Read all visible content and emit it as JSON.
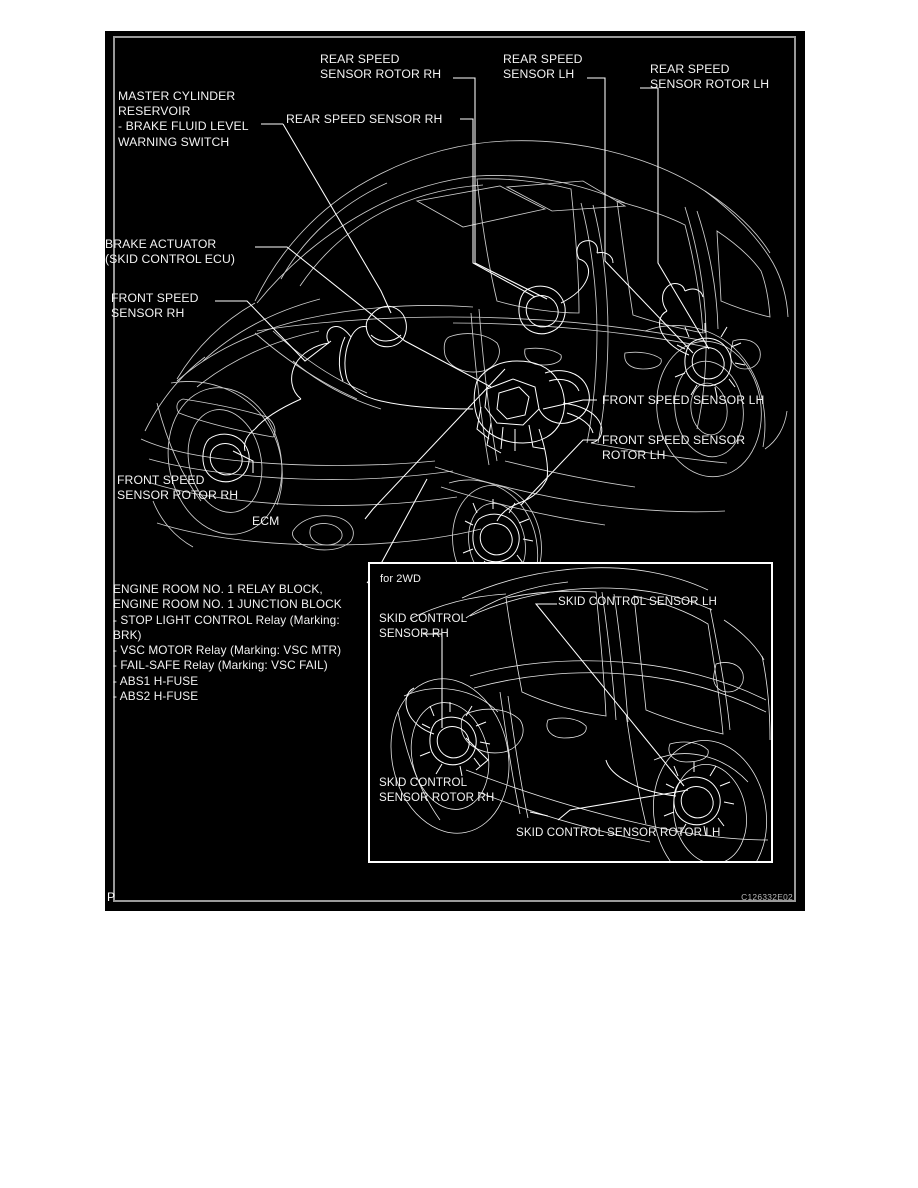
{
  "figure": {
    "title_code": "C126332E02",
    "page_mark": "P",
    "background_color": "#000000",
    "frame_color": "#9a9a9a",
    "line_color": "#ffffff",
    "text_color": "#f2f2f2"
  },
  "main_labels": {
    "master_cylinder": "MASTER CYLINDER\nRESERVOIR\n- BRAKE FLUID LEVEL\nWARNING SWITCH",
    "rear_speed_sensor_rotor_rh": "REAR SPEED\nSENSOR ROTOR RH",
    "rear_speed_sensor_rh": "REAR SPEED SENSOR RH",
    "rear_speed_sensor_lh": "REAR SPEED\nSENSOR LH",
    "rear_speed_sensor_rotor_lh": "REAR SPEED\nSENSOR ROTOR LH",
    "brake_actuator": "BRAKE ACTUATOR\n(SKID CONTROL ECU)",
    "front_speed_sensor_rh": "FRONT SPEED\nSENSOR RH",
    "front_speed_sensor_rotor_rh": "FRONT SPEED\nSENSOR ROTOR RH",
    "ecm": "ECM",
    "front_speed_sensor_lh": "FRONT SPEED SENSOR LH",
    "front_speed_sensor_rotor_lh": "FRONT SPEED SENSOR\nROTOR LH",
    "relay_block": "ENGINE ROOM NO. 1 RELAY BLOCK,\nENGINE ROOM NO. 1 JUNCTION BLOCK\n- STOP LIGHT CONTROL Relay (Marking:\nBRK)\n- VSC MOTOR Relay (Marking: VSC MTR)\n- FAIL-SAFE Relay (Marking: VSC FAIL)\n- ABS1 H-FUSE\n- ABS2 H-FUSE"
  },
  "inset": {
    "caption": "for 2WD",
    "labels": {
      "skid_control_sensor_lh": "SKID CONTROL SENSOR LH",
      "skid_control_sensor_rh": "SKID CONTROL\nSENSOR RH",
      "skid_control_sensor_rotor_rh": "SKID CONTROL\nSENSOR ROTOR RH",
      "skid_control_sensor_rotor_lh": "SKID CONTROL SENSOR ROTOR LH"
    }
  }
}
